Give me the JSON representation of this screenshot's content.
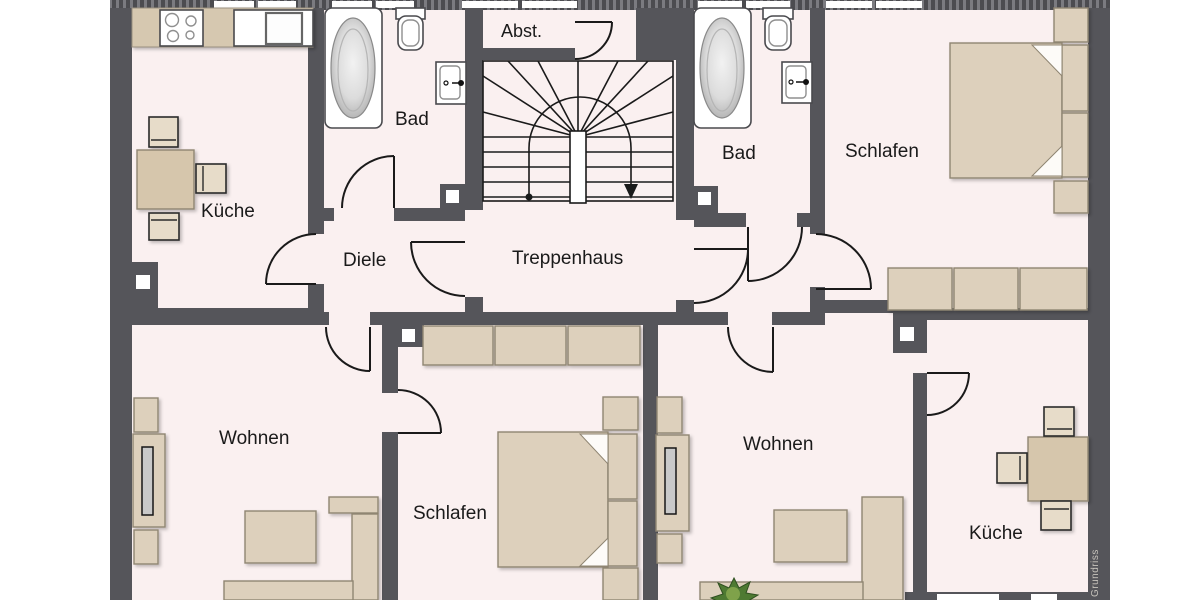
{
  "watermark": "Grundriss",
  "colors": {
    "wall": "#55555A",
    "floor": "#FAF0F0",
    "furniture": "#DDD0BC",
    "furnitureBorder": "#8F8572",
    "tableBeige": "#D6C6AC",
    "chairBeige": "#E7DCC9",
    "counter": "#D6C8B0",
    "text": "#1A1A1A",
    "watermark": "#C6C2BB",
    "plantDark": "#4E7A32",
    "plantLight": "#7FA24A"
  },
  "rooms": [
    {
      "id": "kueche-top-left",
      "label": "Küche"
    },
    {
      "id": "bad-left",
      "label": "Bad"
    },
    {
      "id": "abstellraum",
      "label": "Abst."
    },
    {
      "id": "diele",
      "label": "Diele"
    },
    {
      "id": "treppenhaus",
      "label": "Treppenhaus"
    },
    {
      "id": "bad-right",
      "label": "Bad"
    },
    {
      "id": "schlafen-top-right",
      "label": "Schlafen"
    },
    {
      "id": "wohnen-bottom-left",
      "label": "Wohnen"
    },
    {
      "id": "schlafen-bottom-middle",
      "label": "Schlafen"
    },
    {
      "id": "wohnen-bottom-right",
      "label": "Wohnen"
    },
    {
      "id": "kueche-bottom-right",
      "label": "Küche"
    }
  ]
}
